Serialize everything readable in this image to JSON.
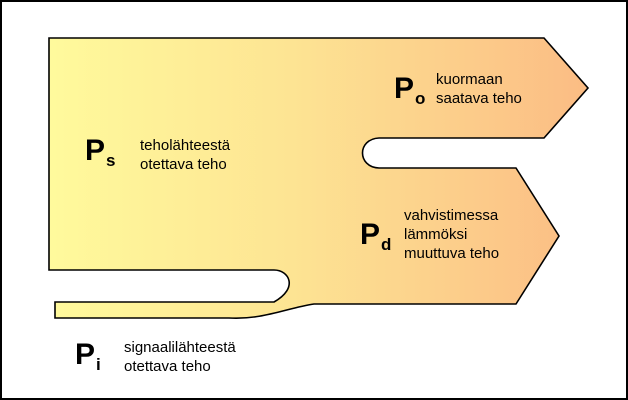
{
  "colors": {
    "gradient_start": "#fffa9c",
    "gradient_end": "#fbbc84",
    "outline": "#000000"
  },
  "labels": {
    "ps": {
      "symbol": "P",
      "subscript": "s",
      "text": "teholähteestä\notettava teho"
    },
    "po": {
      "symbol": "P",
      "subscript": "o",
      "text": "kuormaan\nsaatava teho"
    },
    "pd": {
      "symbol": "P",
      "subscript": "d",
      "text": "vahvistimessa\nlämmöksi\nmuuttuva teho"
    },
    "pi": {
      "symbol": "P",
      "subscript": "i",
      "text": "signaalilähteestä\notettava teho"
    }
  }
}
